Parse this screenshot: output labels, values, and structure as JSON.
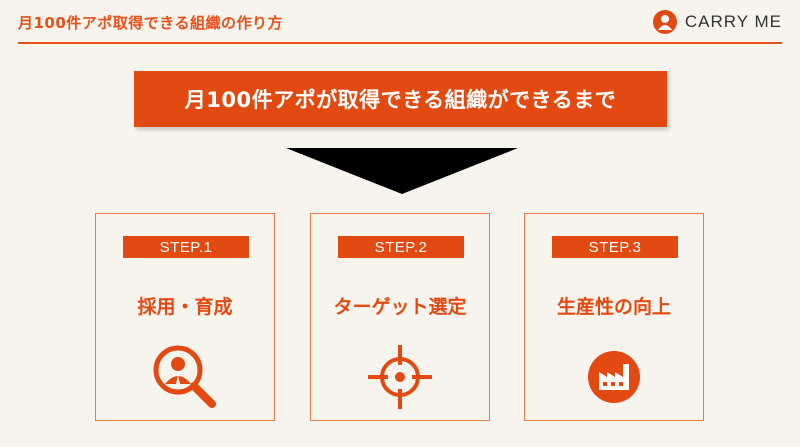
{
  "header": {
    "title": "月100件アポ取得できる組織の作り方",
    "brand": "CARRY ME",
    "brand_logo_icon": "carry-me-logo-icon"
  },
  "banner": {
    "text": "月100件アポが取得できる組織ができるまで"
  },
  "steps": [
    {
      "badge": "STEP.1",
      "title": "採用・育成",
      "icon": "person-magnifier-icon"
    },
    {
      "badge": "STEP.2",
      "title": "ターゲット選定",
      "icon": "crosshair-target-icon"
    },
    {
      "badge": "STEP.3",
      "title": "生産性の向上",
      "icon": "factory-icon"
    }
  ],
  "colors": {
    "accent": "#e34a12",
    "background": "#f7f4ee",
    "arrow": "#000000"
  }
}
